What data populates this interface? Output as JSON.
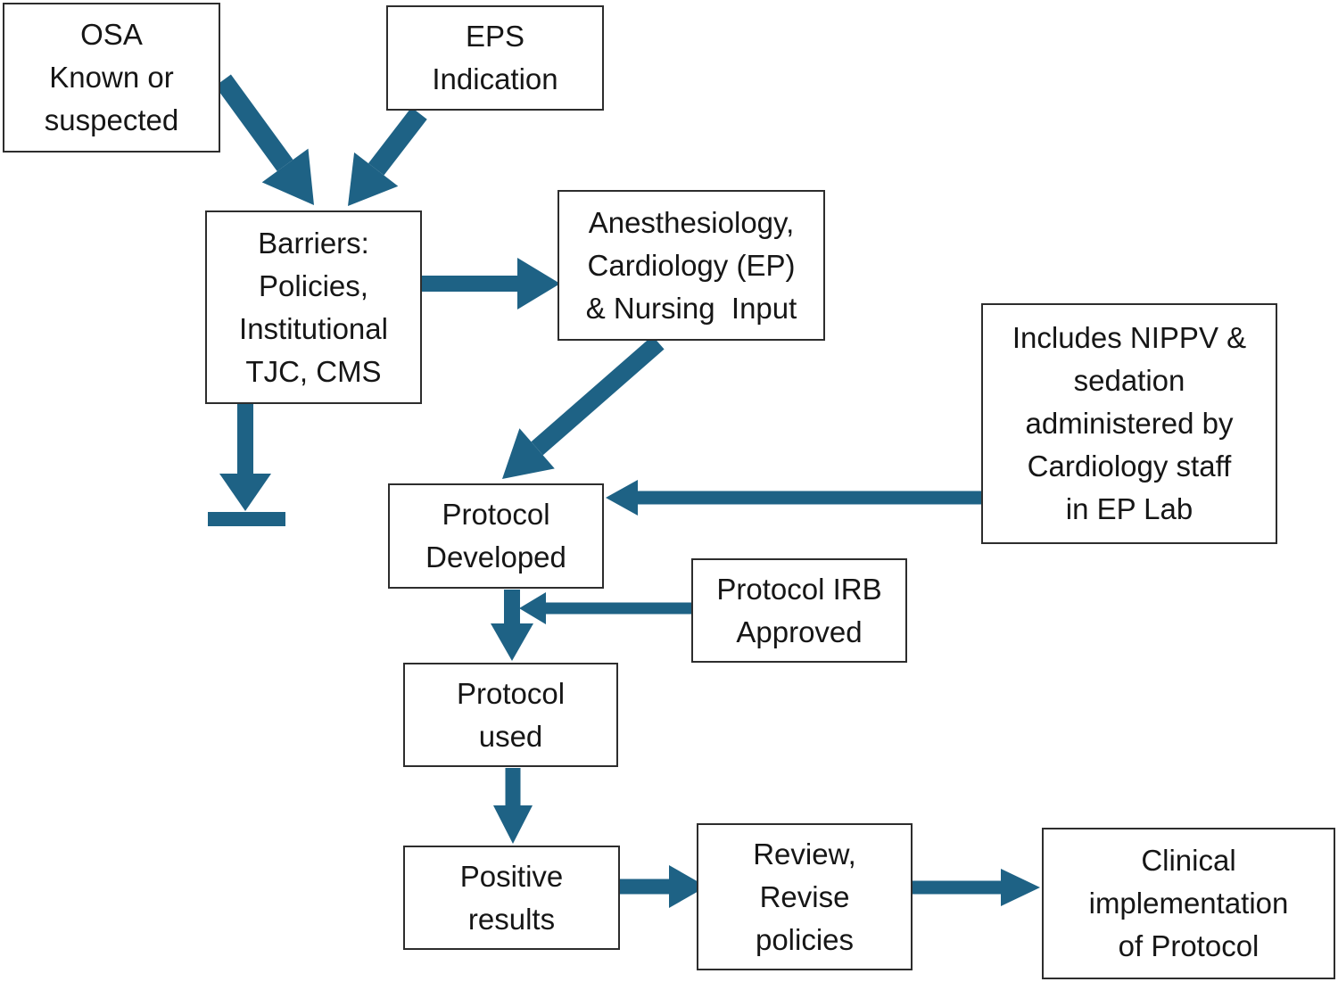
{
  "diagram": {
    "type": "flowchart",
    "arrow_color": "#1E6285",
    "boxes": {
      "osa": {
        "text": "OSA\nKnown or\nsuspected"
      },
      "eps": {
        "text": "EPS\nIndication"
      },
      "barriers": {
        "text": "Barriers:\nPolicies,\nInstitutional\nTJC, CMS"
      },
      "anesthesiology": {
        "text": "Anesthesiology,\nCardiology (EP)\n& Nursing  Input"
      },
      "nippv": {
        "text": "Includes NIPPV &\nsedation\nadministered by\nCardiology staff\nin EP Lab"
      },
      "protocol_developed": {
        "text": "Protocol\nDeveloped"
      },
      "protocol_irb": {
        "text": "Protocol IRB\nApproved"
      },
      "protocol_used": {
        "text": "Protocol\nused"
      },
      "positive_results": {
        "text": "Positive\nresults"
      },
      "review_revise": {
        "text": "Review,\nRevise\npolicies"
      },
      "clinical_implementation": {
        "text": "Clinical\nimplementation\nof Protocol"
      }
    },
    "connections": [
      {
        "from": "osa",
        "to": "barriers"
      },
      {
        "from": "eps",
        "to": "barriers"
      },
      {
        "from": "barriers",
        "to": "anesthesiology"
      },
      {
        "from": "barriers",
        "to": "dead-end"
      },
      {
        "from": "anesthesiology",
        "to": "protocol_developed"
      },
      {
        "from": "nippv",
        "to": "protocol_developed"
      },
      {
        "from": "protocol_developed",
        "to": "protocol_used"
      },
      {
        "from": "protocol_irb",
        "to": "protocol_developed_protocol_used_arrow"
      },
      {
        "from": "protocol_used",
        "to": "positive_results"
      },
      {
        "from": "positive_results",
        "to": "review_revise"
      },
      {
        "from": "review_revise",
        "to": "clinical_implementation"
      }
    ]
  }
}
